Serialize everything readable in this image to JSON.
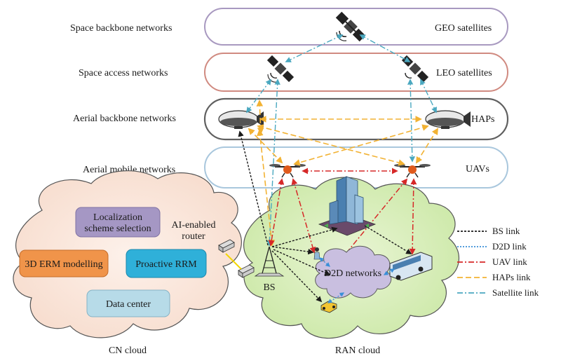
{
  "layers": [
    {
      "label": "Space backbone networks",
      "band": "GEO satellites",
      "stroke": "#a899c0"
    },
    {
      "label": "Space access networks",
      "band": "LEO satellites",
      "stroke": "#d08a80"
    },
    {
      "label": "Aerial backbone networks",
      "band": "HAPs",
      "stroke": "#606060"
    },
    {
      "label": "Aerial mobile networks",
      "band": "UAVs",
      "stroke": "#a9c7dd"
    }
  ],
  "cn_cloud": {
    "label": "CN cloud",
    "boxes": [
      {
        "id": "localization",
        "line1": "Localization",
        "line2": "scheme selection",
        "color": "#a597c4"
      },
      {
        "id": "erm",
        "line1": "3D ERM modelling",
        "line2": "",
        "color": "#f0944a"
      },
      {
        "id": "rrm",
        "line1": "Proactive RRM",
        "line2": "",
        "color": "#2fb0d9"
      },
      {
        "id": "datacenter",
        "line1": "Data center",
        "line2": "",
        "color": "#b7dbe8"
      }
    ],
    "router_label_line1": "AI-enabled",
    "router_label_line2": "router"
  },
  "ran_cloud": {
    "label": "RAN cloud",
    "bs_label": "BS",
    "d2d_label": "D2D networks"
  },
  "legend": [
    {
      "label": "BS link",
      "color": "#1a1a1a",
      "dash": "3,2"
    },
    {
      "label": "D2D link",
      "color": "#3a8fd8",
      "dash": "2,2"
    },
    {
      "label": "UAV link",
      "color": "#d62828",
      "dash": "8,3,2,3"
    },
    {
      "label": "HAPs link",
      "color": "#f2b233",
      "dash": "8,4"
    },
    {
      "label": "Satellite link",
      "color": "#4aa8c0",
      "dash": "8,3,2,3"
    }
  ]
}
